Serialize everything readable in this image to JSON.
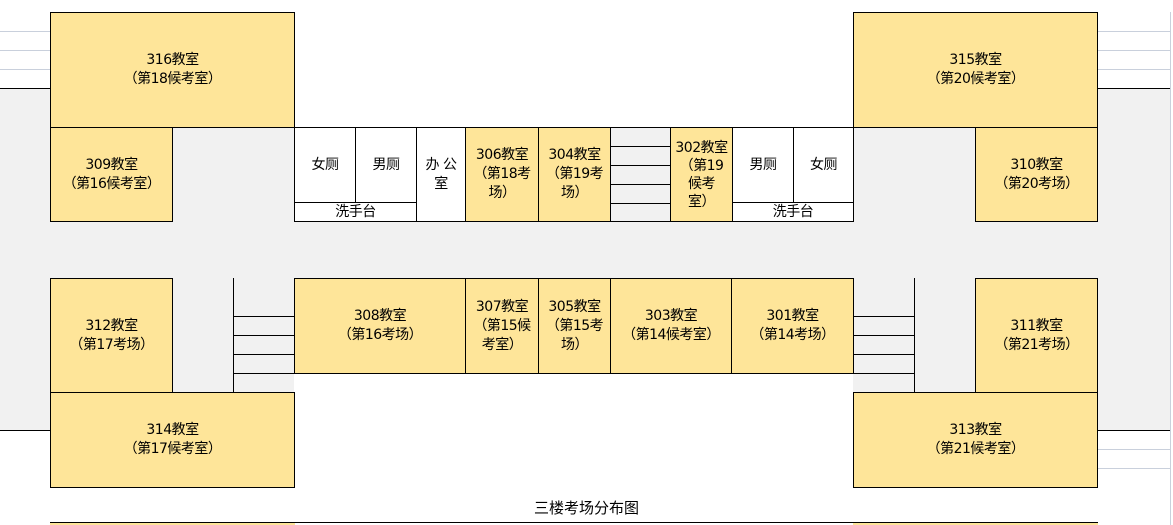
{
  "title": "三楼考场分布图",
  "rooms": {
    "r316": {
      "lines": [
        "316教室",
        "（第18候考室）"
      ]
    },
    "r315": {
      "lines": [
        "315教室",
        "（第20候考室）"
      ]
    },
    "r309": {
      "lines": [
        "309教室",
        "（第16候考室）"
      ]
    },
    "r310": {
      "lines": [
        "310教室",
        "（第20考场）"
      ]
    },
    "wc_f1": {
      "lines": [
        "女厕"
      ]
    },
    "wc_m1": {
      "lines": [
        "男厕"
      ]
    },
    "sink1": {
      "lines": [
        "洗手台"
      ]
    },
    "office": {
      "lines": [
        "办 公",
        "室"
      ]
    },
    "r306": {
      "lines": [
        "306教室",
        "（第18考",
        "场）"
      ]
    },
    "r304": {
      "lines": [
        "304教室",
        "（第19考",
        "场）"
      ]
    },
    "r302": {
      "lines": [
        "302教室",
        "（第19",
        "候考",
        "室）"
      ]
    },
    "wc_m2": {
      "lines": [
        "男厕"
      ]
    },
    "wc_f2": {
      "lines": [
        "女厕"
      ]
    },
    "sink2": {
      "lines": [
        "洗手台"
      ]
    },
    "r312": {
      "lines": [
        "312教室",
        "（第17考场）"
      ]
    },
    "r308": {
      "lines": [
        "308教室",
        "（第16考场）"
      ]
    },
    "r307": {
      "lines": [
        "307教室",
        "（第15候",
        "考室）"
      ]
    },
    "r305": {
      "lines": [
        "305教室",
        "（第15考",
        "场）"
      ]
    },
    "r303": {
      "lines": [
        "303教室",
        "（第14候考室）"
      ]
    },
    "r301": {
      "lines": [
        "301教室",
        "（第14考场）"
      ]
    },
    "r311": {
      "lines": [
        "311教室",
        "（第21考场）"
      ]
    },
    "r314": {
      "lines": [
        "314教室",
        "（第17候考室）"
      ]
    },
    "r313": {
      "lines": [
        "313教室",
        "（第21候考室）"
      ]
    }
  },
  "colors": {
    "room_fill": "#fee599",
    "corridor": "#f1f1f1"
  }
}
